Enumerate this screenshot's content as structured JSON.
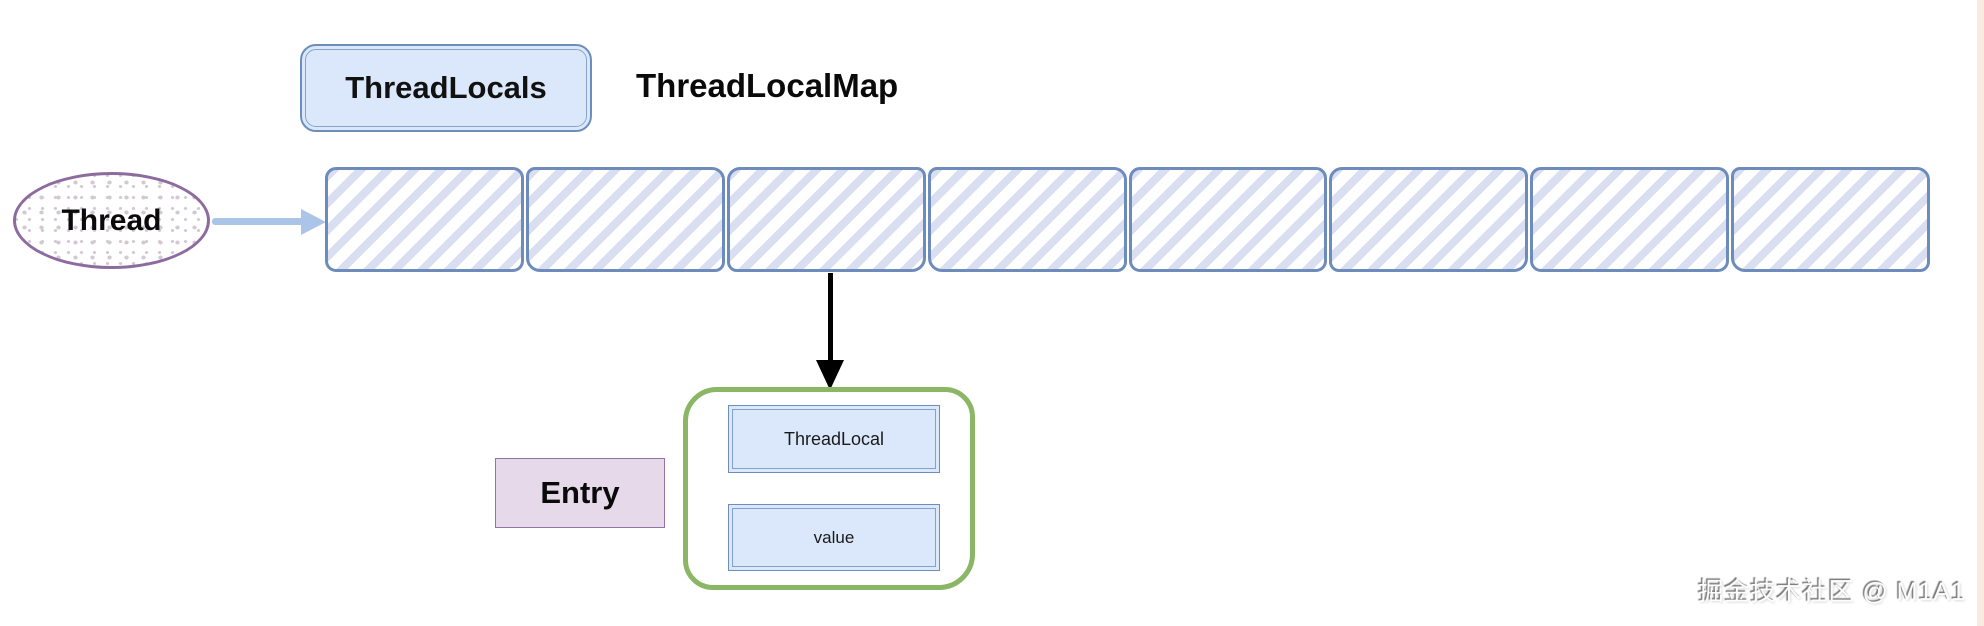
{
  "diagram": {
    "header": {
      "threadlocals_label": "ThreadLocals",
      "threadlocalmap_label": "ThreadLocalMap"
    },
    "thread": {
      "label": "Thread"
    },
    "array": {
      "slot_count": 8,
      "slot_style": "diagonal-hatched, empty"
    },
    "entry": {
      "label": "Entry",
      "fields": [
        {
          "label": "ThreadLocal"
        },
        {
          "label": "value"
        }
      ]
    },
    "watermark": "掘金技术社区 @ M1A1"
  },
  "colors": {
    "box_fill": "#dbe8fb",
    "box_border": "#6c8ebf",
    "array_border": "#6e8cbb",
    "hatch": "#d9def1",
    "ellipse_border": "#8e6b9e",
    "ellipse_dot": "#d2c9d2",
    "entry_fill": "#e6d9e9",
    "entry_border": "#9673a6",
    "green_border": "#8ab666",
    "connector_blue": "#abc5e8",
    "arrow_black": "#000000",
    "right_strip": "#f9eae2"
  }
}
